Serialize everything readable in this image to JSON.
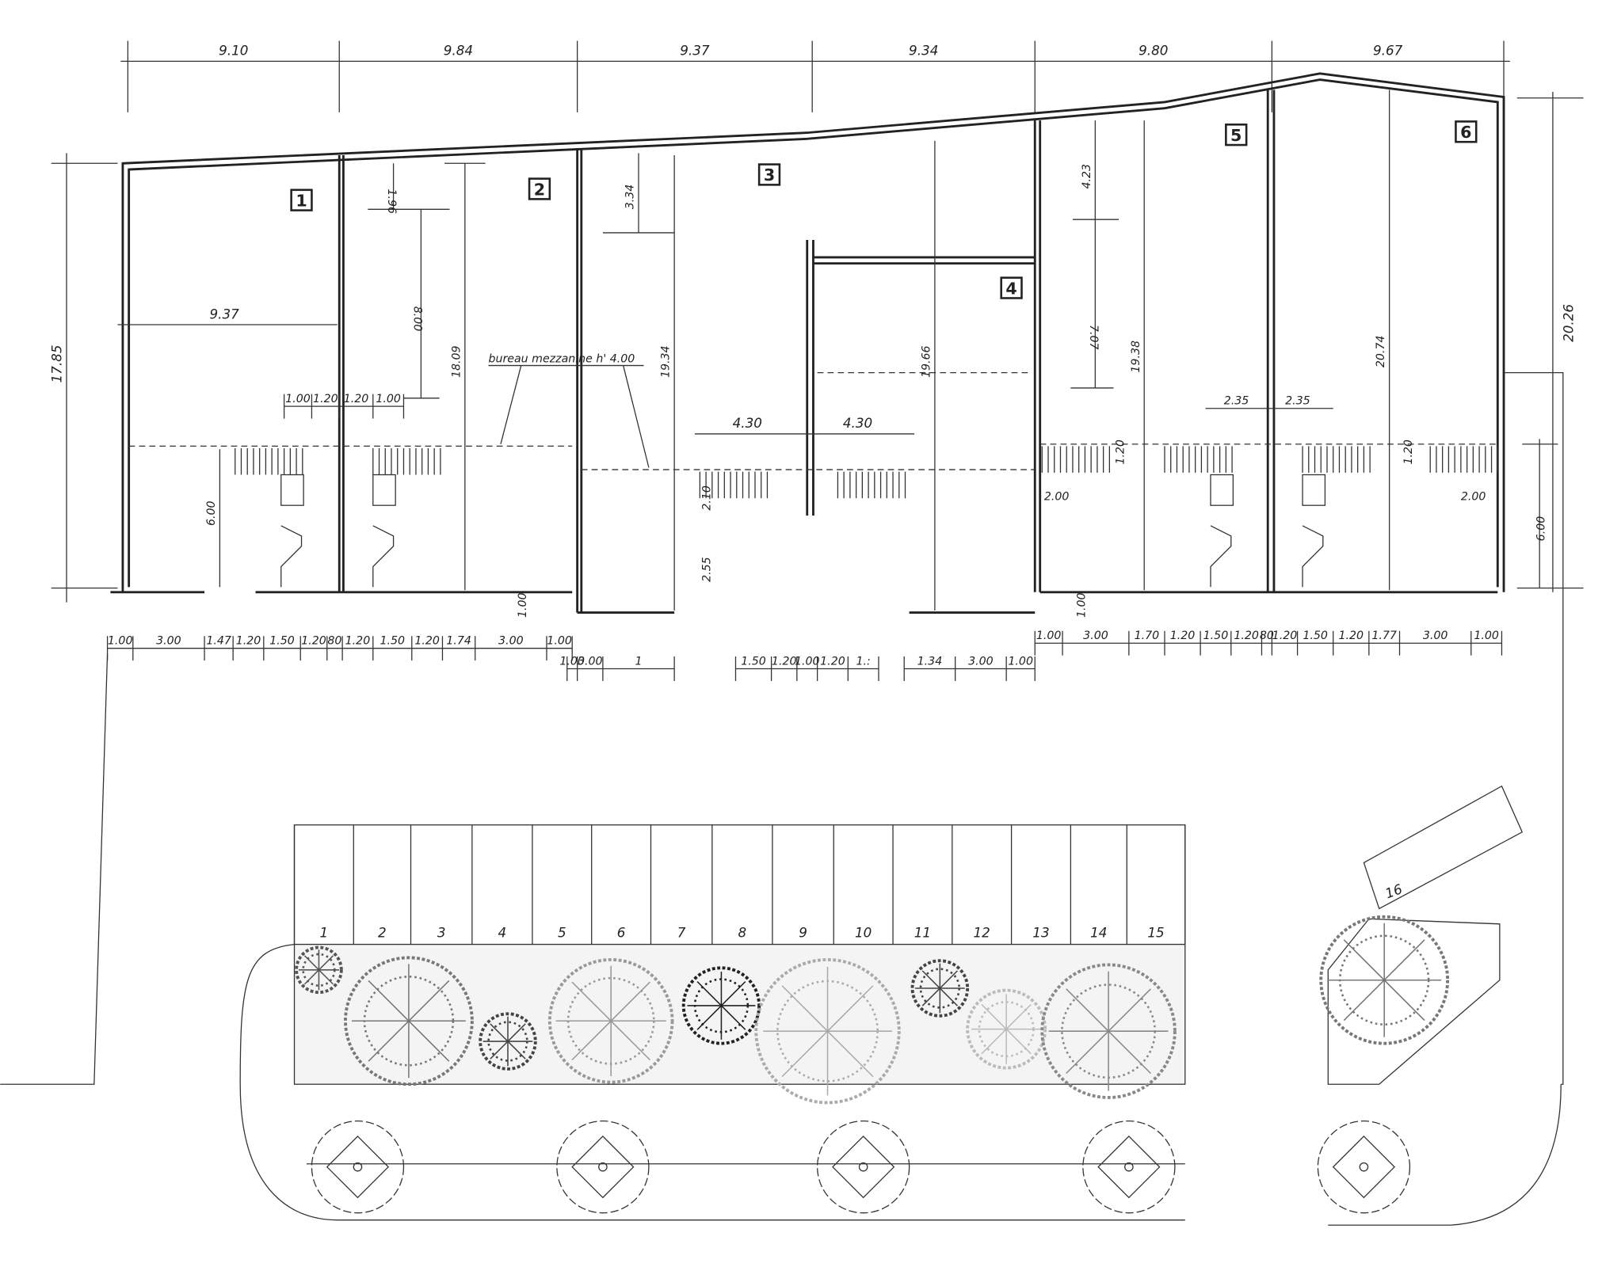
{
  "top_dimensions": [
    "9.10",
    "9.84",
    "9.37",
    "9.34",
    "9.80",
    "9.67"
  ],
  "side_dimensions": {
    "left": "17.85",
    "right": "20.26",
    "right_lower": "6.00"
  },
  "units": [
    "1",
    "2",
    "3",
    "4",
    "5",
    "6"
  ],
  "interior_dimensions": {
    "u1_width": "9.37",
    "u1_mezz": "6.00",
    "u2_top": "1.96",
    "u2_mid": "8.00",
    "u2_depth": "18.09",
    "u3_top": "3.34",
    "u3_depth": "19.34",
    "u4_depth": "19.66",
    "u34_left": "4.30",
    "u34_right": "4.30",
    "u3_door_a": "2.10",
    "u3_door_b": "2.55",
    "u3_step": "1.00",
    "u5_top": "4.23",
    "u5_mid": "7.07",
    "u5_depth": "19.38",
    "u5_mezz": "1.20",
    "u5_stair": "2.00",
    "u6_depth": "20.74",
    "u6_mezz": "1.20",
    "u6_stair": "2.00",
    "u56_left": "2.35",
    "u56_right": "2.35",
    "u5_step": "1.00",
    "u12_small": [
      "1.00",
      "1.20",
      "1.20",
      "1.00"
    ]
  },
  "mezzanine_label": "bureau mezzanine h' 4.00",
  "bottom_dimensions": {
    "row_left": [
      "1.00",
      "3.00",
      "1.47",
      "1.20",
      "1.50",
      "1.20",
      "80",
      "1.20",
      "1.50",
      "1.20",
      "1.74",
      "3.00",
      "1.00"
    ],
    "row_mid_a": [
      "1.00",
      "3.00",
      "1"
    ],
    "row_mid_b": [
      "1.50",
      "1.20",
      "1.00",
      "1.20",
      "1.:"
    ],
    "row_mid_c": [
      "1.34",
      "3.00",
      "1.00"
    ],
    "row_right": [
      "1.00",
      "3.00",
      "1.70",
      "1.20",
      "1.50",
      "1.20",
      "80",
      "1.20",
      "1.50",
      "1.20",
      "1.77",
      "3.00",
      "1.00"
    ]
  },
  "parking_numbers": [
    "1",
    "2",
    "3",
    "4",
    "5",
    "6",
    "7",
    "8",
    "9",
    "10",
    "11",
    "12",
    "13",
    "14",
    "15"
  ],
  "parking_extra": "16"
}
